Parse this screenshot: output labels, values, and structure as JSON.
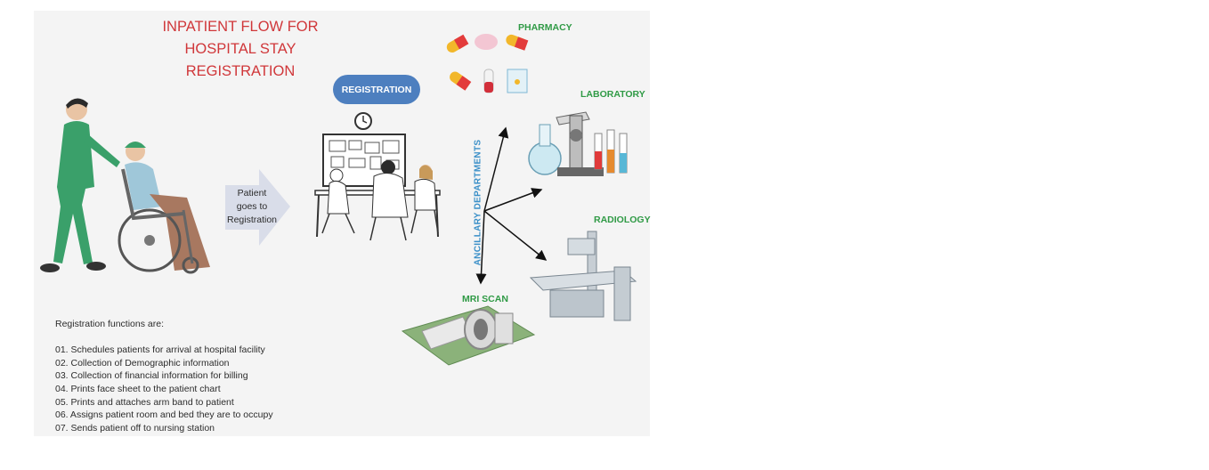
{
  "title": {
    "line1": "INPATIENT FLOW FOR",
    "line2": "HOSPITAL STAY",
    "line3": "REGISTRATION"
  },
  "registration_label": "REGISTRATION",
  "arrow_text": {
    "line1": "Patient",
    "line2": "goes to",
    "line3": "Registration"
  },
  "vertical_label": "ANCILLARY DEPARTMENTS",
  "departments": {
    "pharmacy": "PHARMACY",
    "laboratory": "LABORATORY",
    "radiology": "RADIOLOGY",
    "mri": "MRI SCAN"
  },
  "functions": {
    "heading": "Registration functions are:",
    "items": [
      "01. Schedules patients for arrival at hospital facility",
      "02. Collection of Demographic information",
      "03. Collection of financial information for billing",
      "04. Prints face sheet to the patient chart",
      "05. Prints and attaches arm band to patient",
      "06. Assigns patient room and bed they are to occupy",
      "07. Sends patient off to nursing station"
    ]
  },
  "colors": {
    "title": "#d0373a",
    "department": "#2f9a45",
    "pill": "#4d7fbf",
    "vertical_label": "#3a8fc8",
    "flow_arrow": "#d9dde9",
    "scrubs": "#3aa06a"
  },
  "icons": [
    "nurse-with-wheelchair-patient",
    "registration-desk-staff",
    "clock-icon",
    "pill-icons",
    "test-tube-icon",
    "lab-equipment",
    "xray-table",
    "mri-scanner"
  ]
}
